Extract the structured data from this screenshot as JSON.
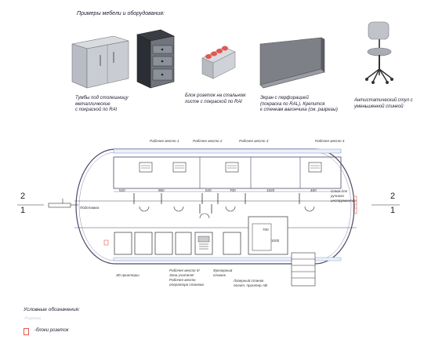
{
  "header": {
    "title": "Примеры мебели и оборудования:"
  },
  "furniture": [
    {
      "icon": "metal-cabinet-icon",
      "caption": [
        "Тумбы под столешницу",
        "металлические",
        "с покраской по RAl"
      ]
    },
    {
      "icon": "drawer-cabinet-icon",
      "caption": []
    },
    {
      "icon": "socket-block-icon",
      "caption": [
        "Блок розеток на стальном",
        "листе с покраской по RAl"
      ]
    },
    {
      "icon": "perforated-screen-icon",
      "caption": [
        "Экран с перфорацией",
        "(покраска по RAL). Крепится",
        "к стенкам вагончика (см. разрезы)"
      ]
    },
    {
      "icon": "antistatic-chair-icon",
      "caption": [
        "Антистатический стул с",
        "уменьшенной спинкой"
      ]
    }
  ],
  "plan": {
    "workplaces": [
      "Рабочее место 1",
      "Рабочее место 2",
      "Рабочее место 3",
      "Рабочее место 4"
    ],
    "dimensions": [
      "520",
      "960",
      "520",
      "700",
      "1520",
      "460"
    ],
    "left_label": "Подставка",
    "right_label": [
      "Стол для",
      "ручного",
      "инструмента"
    ],
    "bottom_labels": {
      "printer": "3D принтеры",
      "wp5": [
        "Рабочее место 5!",
        "Зона учителя!",
        "Рабочее место",
        "оператора станков"
      ],
      "lathe": [
        "Фрезерный",
        "станок"
      ],
      "laser": [
        "Лазерный станок",
        "полит. принтер AB"
      ]
    },
    "machine_dims": {
      "w": "700",
      "h": "1000"
    },
    "section_marks": {
      "left_top": "2",
      "left_bottom": "1",
      "right_top": "2",
      "right_bottom": "1"
    }
  },
  "legend": {
    "title": "Условные обозначения:",
    "faint": "-Розетка",
    "item": "-блоки розеток"
  },
  "colors": {
    "outline": "#4a4a6a",
    "socket": "#e2584f",
    "cabinet": "#8a8f99",
    "accent_blue": "#6a8fd8"
  }
}
